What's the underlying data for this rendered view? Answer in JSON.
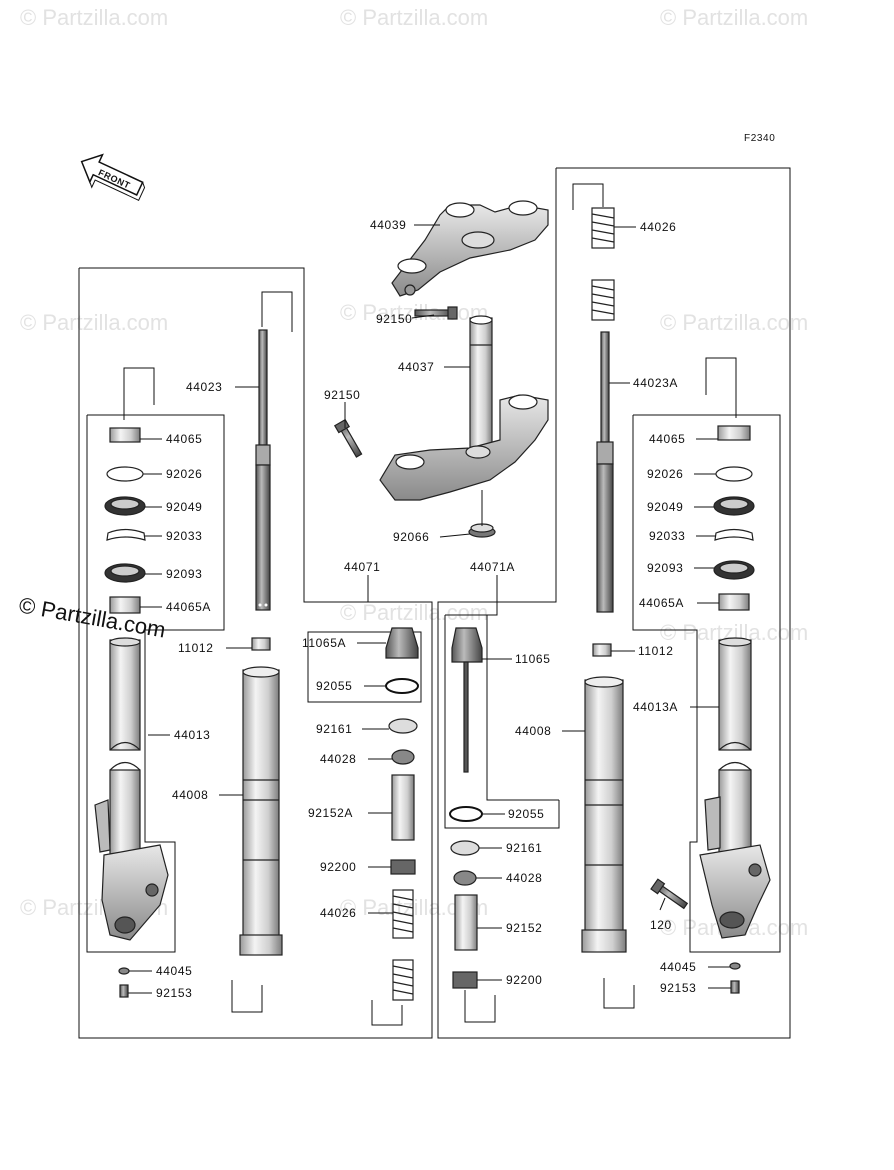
{
  "diagram_code": "F2340",
  "front_label": "FRONT",
  "watermark": "© Partzilla.com",
  "labels": {
    "p44039": "44039",
    "p92150a": "92150",
    "p44037": "44037",
    "p92150b": "92150",
    "p92066": "92066",
    "p44023": "44023",
    "p44065_l": "44065",
    "p92026_l": "92026",
    "p92049_l": "92049",
    "p92033_l": "92033",
    "p92093_l": "92093",
    "p44065A_l": "44065A",
    "p11012_l": "11012",
    "p44013": "44013",
    "p44008_l": "44008",
    "p44045_l": "44045",
    "p92153_l": "92153",
    "p44071": "44071",
    "p11065A": "11065A",
    "p92055_l": "92055",
    "p92161_l": "92161",
    "p44028_l": "44028",
    "p92152A": "92152A",
    "p92200_l": "92200",
    "p44026_l": "44026",
    "p44071A": "44071A",
    "p11065": "11065",
    "p92055_r": "92055",
    "p92161_r": "92161",
    "p44028_r": "44028",
    "p92152": "92152",
    "p92200_r": "92200",
    "p44026_r": "44026",
    "p44023A": "44023A",
    "p44065_r": "44065",
    "p92026_r": "92026",
    "p92049_r": "92049",
    "p92033_r": "92033",
    "p92093_r": "92093",
    "p44065A_r": "44065A",
    "p11012_r": "11012",
    "p44008_r": "44008",
    "p44013A": "44013A",
    "p120": "120",
    "p44045_r": "44045",
    "p92153_r": "92153"
  }
}
